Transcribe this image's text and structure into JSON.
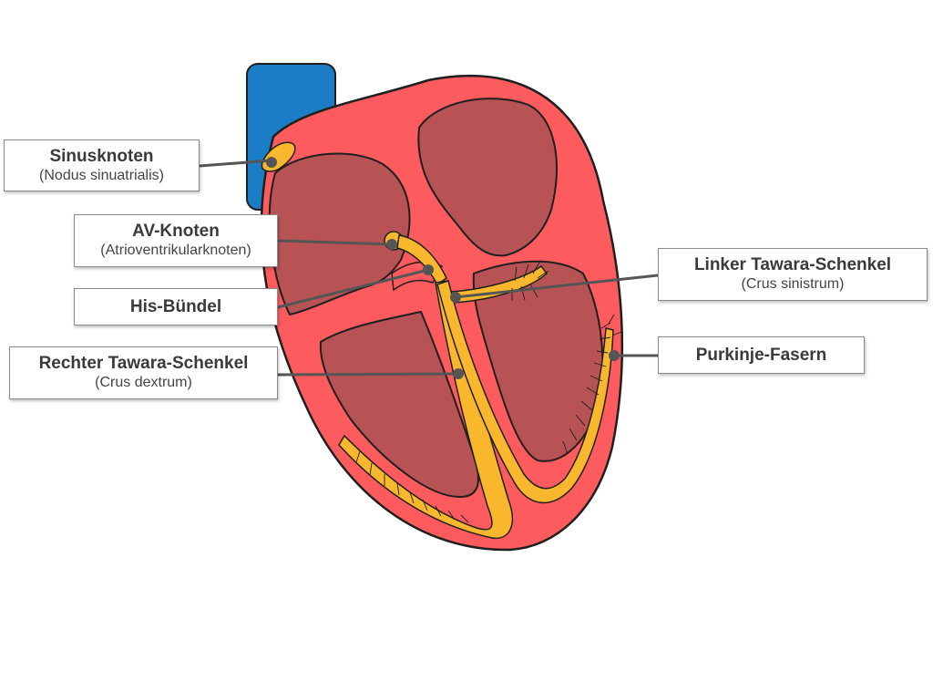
{
  "colors": {
    "heart_wall": "#fe5b5e",
    "chamber": "#b85355",
    "vessel": "#1b7dc6",
    "conduction": "#f9b72e",
    "outline": "#1f1f1f",
    "leader_line": "#555555"
  },
  "labels": {
    "sinus": {
      "title": "Sinusknoten",
      "sub": "(Nodus sinuatrialis)"
    },
    "av": {
      "title": "AV-Knoten",
      "sub": "(Atrioventrikularknoten)"
    },
    "his": {
      "title": "His-Bündel"
    },
    "right_branch": {
      "title": "Rechter Tawara-Schenkel",
      "sub": "(Crus dextrum)"
    },
    "left_branch": {
      "title": "Linker Tawara-Schenkel",
      "sub": "(Crus sinistrum)"
    },
    "purkinje": {
      "title": "Purkinje-Fasern"
    }
  }
}
